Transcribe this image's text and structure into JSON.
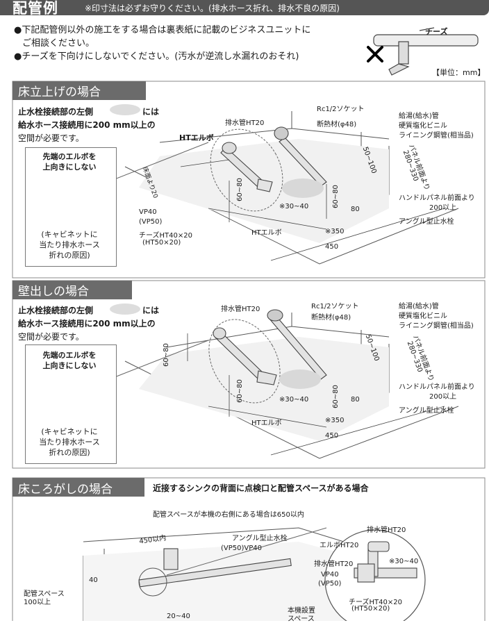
{
  "header": {
    "title": "配管例",
    "note": "※印寸法は必ずお守りください。(排水ホース折れ、排水不良の原因)"
  },
  "intro": {
    "bullet1_line1": "●下記配管例以外の施工をする場合は裏表紙に記載のビジネスユニットに",
    "bullet1_line2": "ご相談ください。",
    "bullet2": "●チーズを下向けにしないでください。(汚水が逆流し水漏れのおそれ)",
    "cheese_label": "チーズ",
    "unit": "【単位：mm】"
  },
  "section1": {
    "title": "床立上げの場合",
    "req_line1_a": "止水栓接続部の左側",
    "req_line1_b": "には",
    "req_line2": "給水ホース接続用に200 mm以上の",
    "req_line3": "空間が必要です。",
    "warn_title1": "先端のエルボを",
    "warn_title2": "上向きにしない",
    "warn_note1": "(キャビネットに",
    "warn_note2": "当たり排水ホース",
    "warn_note3": "折れの原因)",
    "labels": {
      "ht_elbow_top": "HTエルボ",
      "drain_pipe": "排水管HT20",
      "rc_socket": "Rc1/2ソケット",
      "insulation": "断熱材(φ48)",
      "supply_pipe1": "給湯(給水)管",
      "supply_pipe2": "硬質塩化ビニル",
      "supply_pipe3": "ライニング鋼管(相当品)",
      "dim_50_100": "50~100",
      "panel_front": "パネル前面より",
      "dim_280_330": "280~330",
      "floor_from": "床面より20",
      "handle_panel1": "ハンドルパネル前面より",
      "handle_panel2": "200以上",
      "angle_valve": "アングル型止水栓",
      "vp40": "VP40",
      "vp50": "(VP50)",
      "cheese_ht": "チーズHT40×20",
      "cheese_ht50": "(HT50×20)",
      "dim_60_80a": "60~80",
      "dim_60_80b": "60~80",
      "dim_30_40": "※30~40",
      "dim_80": "80",
      "dim_350": "※350",
      "dim_450": "450",
      "ht_elbow_bottom": "HTエルボ"
    }
  },
  "section2": {
    "title": "壁出しの場合",
    "req_line1_a": "止水栓接続部の左側",
    "req_line1_b": "には",
    "req_line2": "給水ホース接続用に200 mm以上の",
    "req_line3": "空間が必要です。",
    "warn_title1": "先端のエルボを",
    "warn_title2": "上向きにしない",
    "warn_note1": "(キャビネットに",
    "warn_note2": "当たり排水ホース",
    "warn_note3": "折れの原因)",
    "labels": {
      "drain_pipe": "排水管HT20",
      "rc_socket": "Rc1/2ソケット",
      "insulation": "断熱材(φ48)",
      "supply_pipe1": "給湯(給水)管",
      "supply_pipe2": "硬質塩化ビニル",
      "supply_pipe3": "ライニング鋼管(相当品)",
      "dim_50_100": "50~100",
      "panel_front": "パネル前面より",
      "dim_280_330": "280~330",
      "dim_60_80_left": "60~80",
      "handle_panel1": "ハンドルパネル前面より",
      "handle_panel2": "200以上",
      "angle_valve": "アングル型止水栓",
      "dim_60_80a": "60~80",
      "dim_60_80b": "60~80",
      "dim_30_40": "※30~40",
      "dim_80": "80",
      "dim_350": "※350",
      "dim_450": "450",
      "ht_elbow": "HTエルボ"
    }
  },
  "section3": {
    "title": "床ころがしの場合",
    "subtitle": "近接するシンクの背面に点検口と配管スペースがある場合",
    "labels": {
      "space_right": "配管スペースが本機の右側にある場合は650以内",
      "dim_450": "450以内",
      "angle_valve": "アングル型止水栓",
      "vp": "(VP50)VP40",
      "space_100": "配管スペース",
      "space_100b": "100以上",
      "dim_40": "40",
      "unit_space1": "本機設置",
      "unit_space2": "スペース",
      "drain_ht20_top": "排水管HT20",
      "elbow_ht20": "エルボHT20",
      "drain_ht20": "排水管HT20",
      "dim_30_40": "※30~40",
      "vp40": "VP40",
      "vp50": "(VP50)",
      "cheese": "チーズHT40×20",
      "cheese50": "(HT50×20)",
      "dim_20_40": "20~40"
    }
  }
}
